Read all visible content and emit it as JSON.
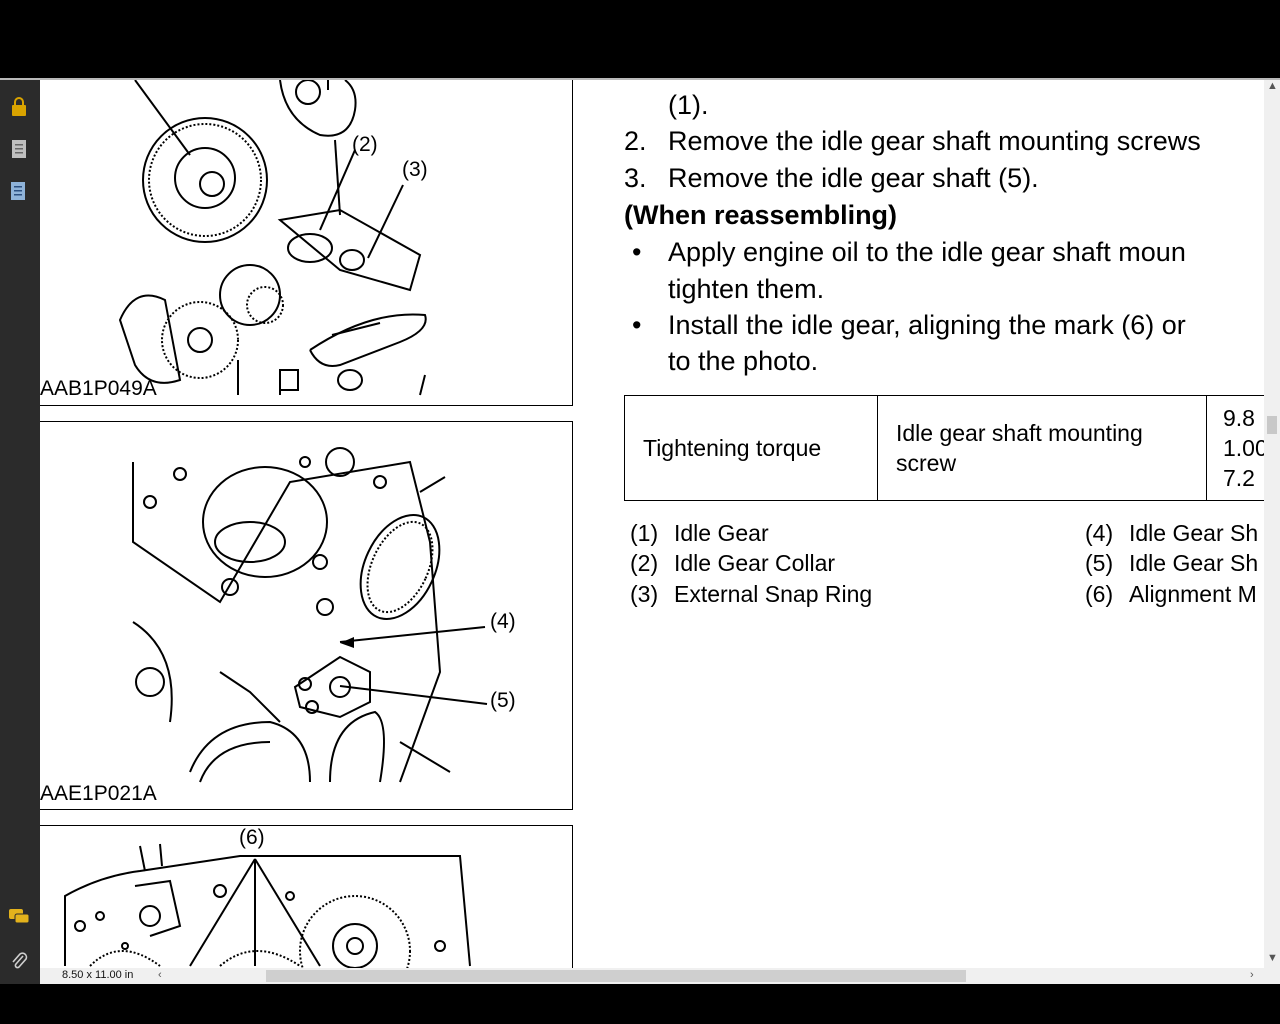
{
  "viewer": {
    "page_size": "8.50 x 11.00 in"
  },
  "figures": [
    {
      "code": "AAB1P049A",
      "callouts": [
        "(2)",
        "(3)"
      ]
    },
    {
      "code": "AAE1P021A",
      "callouts": [
        "(4)",
        "(5)"
      ]
    },
    {
      "code": "",
      "callouts": [
        "(6)"
      ]
    }
  ],
  "steps": {
    "prev_tail": "(1).",
    "items": [
      {
        "num": "2.",
        "text": "Remove the idle gear shaft mounting screws"
      },
      {
        "num": "3.",
        "text": "Remove the idle gear shaft (5)."
      }
    ],
    "reassembling_heading": "(When reassembling)",
    "bullets": [
      {
        "mark": "•",
        "line1": "Apply engine oil to the idle gear shaft moun",
        "line2": "tighten them."
      },
      {
        "mark": "•",
        "line1": "Install the idle gear, aligning the mark (6) or",
        "line2": "to the photo."
      }
    ]
  },
  "torque_table": {
    "label": "Tightening torque",
    "item": "Idle gear shaft mounting screw",
    "values": [
      "9.8",
      "1.00",
      "7.2"
    ]
  },
  "legend": [
    {
      "num": "(1)",
      "name": "Idle Gear"
    },
    {
      "num": "(2)",
      "name": "Idle Gear Collar"
    },
    {
      "num": "(3)",
      "name": "External Snap Ring"
    },
    {
      "num": "(4)",
      "name": "Idle Gear Sh"
    },
    {
      "num": "(5)",
      "name": "Idle Gear Sh"
    },
    {
      "num": "(6)",
      "name": "Alignment M"
    }
  ]
}
